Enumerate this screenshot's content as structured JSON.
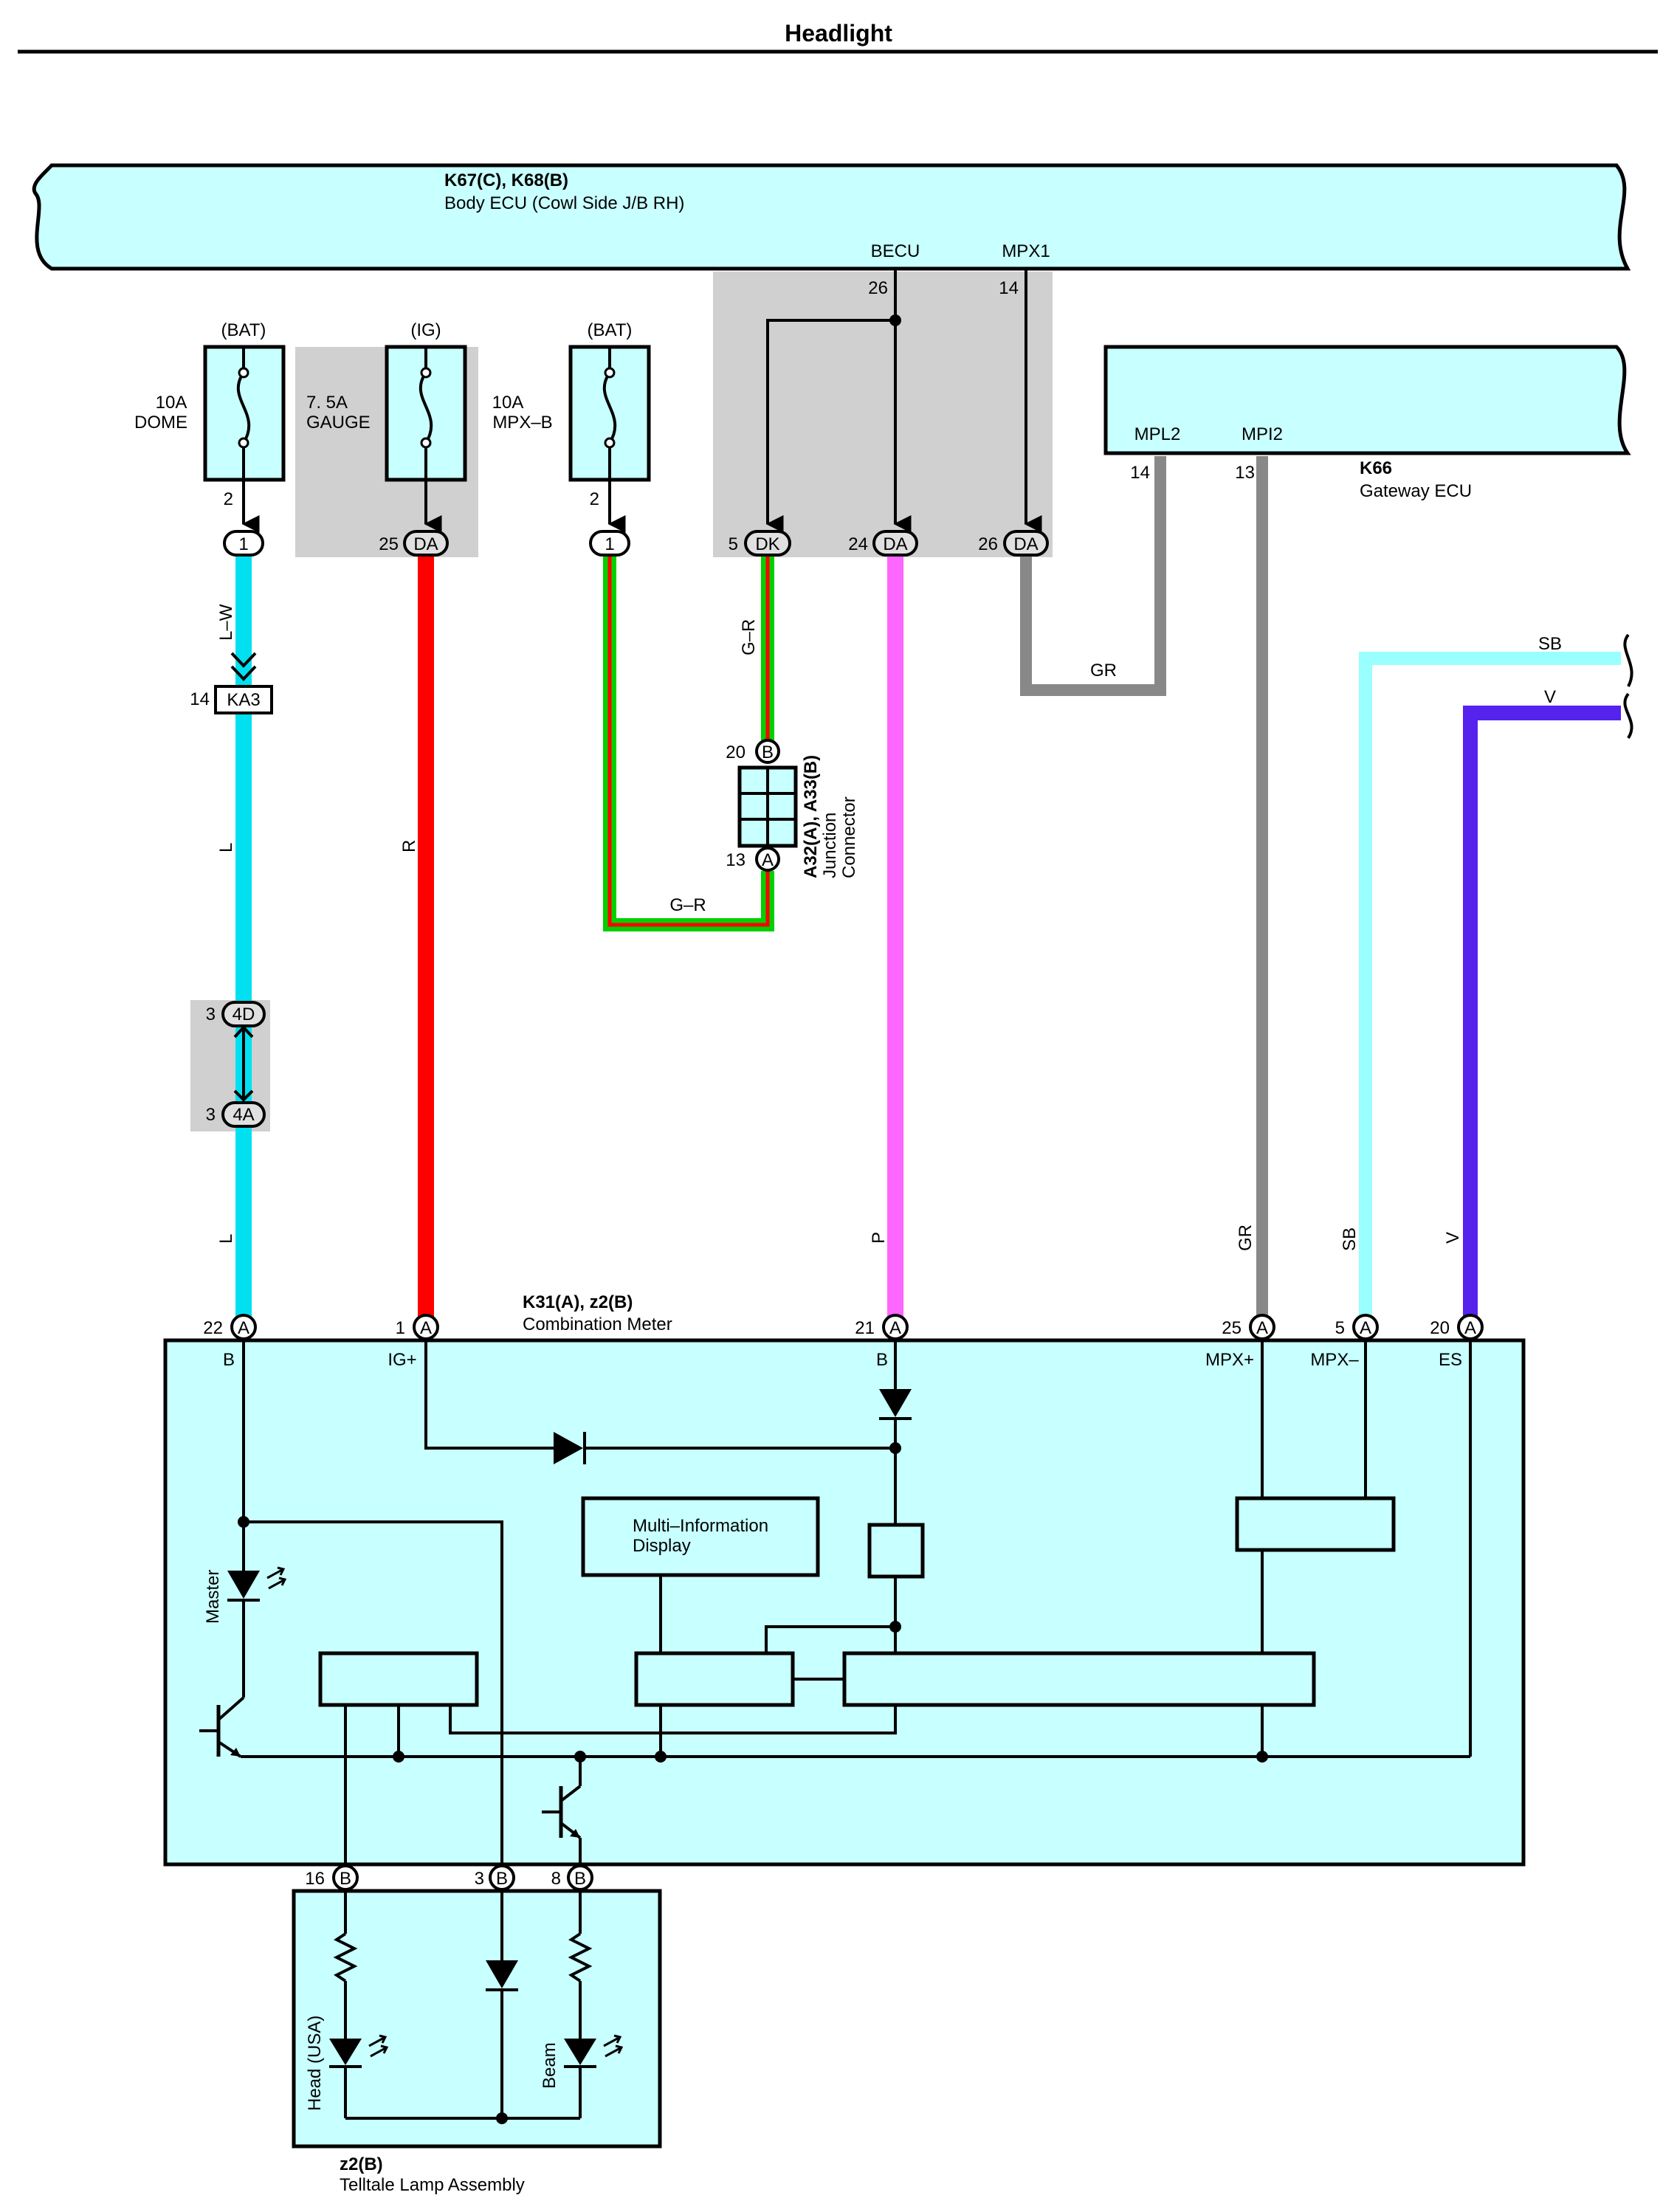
{
  "title": "Headlight",
  "colors": {
    "block": "#c8ffff",
    "gray_area": "#d0d0d0",
    "wire_L": "#00e0f0",
    "wire_R": "#ff0000",
    "wire_G": "#00d000",
    "wire_P": "#ff66ff",
    "wire_GR": "#888888",
    "wire_SB": "#99ffff",
    "wire_V": "#5522ee"
  },
  "body_ecu": {
    "code": "K67(C), K68(B)",
    "name": "Body ECU (Cowl Side J/B RH)",
    "pin_becu": "BECU",
    "pin_mpx1": "MPX1",
    "num_26": "26",
    "num_14": "14"
  },
  "gateway": {
    "code": "K66",
    "name": "Gateway ECU",
    "pin_mpl2": "MPL2",
    "pin_mpi2": "MPI2",
    "num_14": "14",
    "num_13": "13"
  },
  "fuses": [
    {
      "source": "(BAT)",
      "rating": "10A",
      "name": "DOME",
      "pin": "2",
      "conn": "1"
    },
    {
      "source": "(IG)",
      "rating": "7. 5A",
      "name": "GAUGE",
      "pin": "25",
      "conn": "DA"
    },
    {
      "source": "(BAT)",
      "rating": "10A",
      "name": "MPX–B",
      "pin": "2",
      "conn": "1"
    }
  ],
  "ecu_conns": [
    {
      "pin": "5",
      "conn": "DK"
    },
    {
      "pin": "24",
      "conn": "DA"
    },
    {
      "pin": "26",
      "conn": "DA"
    }
  ],
  "wires": {
    "lw": "L–W",
    "l1": "L",
    "l2": "L",
    "r": "R",
    "gr_top": "G–R",
    "gr_bot": "G–R",
    "p": "P",
    "gr_h": "GR",
    "gr_v": "GR",
    "sb_top": "SB",
    "sb": "SB",
    "v_top": "V",
    "v": "V"
  },
  "ka3": {
    "pin": "14",
    "conn": "KA3"
  },
  "conn_4d": {
    "pin": "3",
    "conn": "4D"
  },
  "conn_4a": {
    "pin": "3",
    "conn": "4A"
  },
  "junction": {
    "code": "A32(A), A33(B)",
    "line1": "Junction",
    "line2": "Connector",
    "pin_top": "20",
    "conn_top": "B",
    "pin_bot": "13",
    "conn_bot": "A"
  },
  "meter": {
    "code": "K31(A), z2(B)",
    "name": "Combination Meter",
    "mid": "Multi–Information",
    "mid2": "Display",
    "master": "Master",
    "pins_top": [
      {
        "num": "22",
        "conn": "A",
        "label": "B"
      },
      {
        "num": "1",
        "conn": "A",
        "label": "IG+"
      },
      {
        "num": "21",
        "conn": "A",
        "label": "B"
      },
      {
        "num": "25",
        "conn": "A",
        "label": "MPX+"
      },
      {
        "num": "5",
        "conn": "A",
        "label": "MPX–"
      },
      {
        "num": "20",
        "conn": "A",
        "label": "ES"
      }
    ],
    "pins_bottom": [
      {
        "num": "16",
        "conn": "B"
      },
      {
        "num": "3",
        "conn": "B"
      },
      {
        "num": "8",
        "conn": "B"
      }
    ]
  },
  "telltale": {
    "code": "z2(B)",
    "name": "Telltale Lamp Assembly",
    "head": "Head (USA)",
    "beam": "Beam"
  }
}
